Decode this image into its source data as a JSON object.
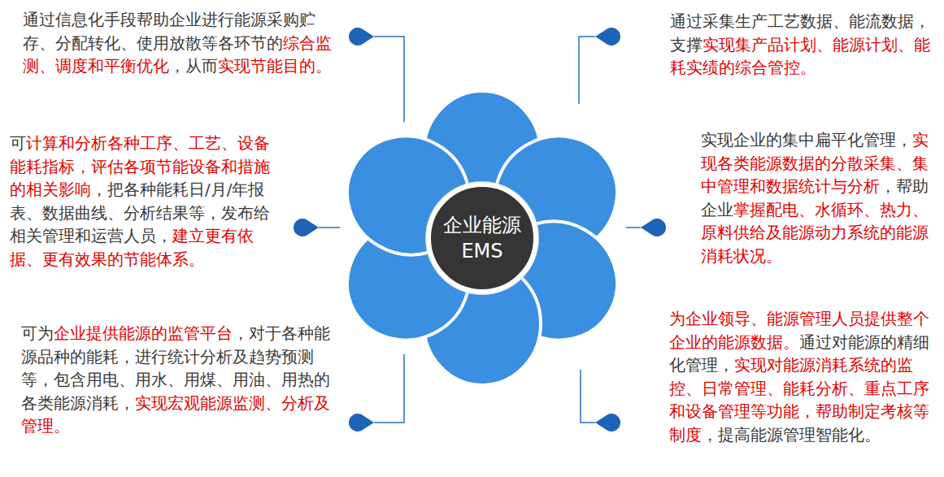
{
  "diagram": {
    "nodes": [
      {
        "text": [
          "企业能源 EMS"
        ]
      }
    ],
    "labels": [
      "通过信息化手段帮助企业进行能源采购贮存、分配转化、使用放散等各环节的",
      "综合监测、调度和平衡优化",
      "，从而",
      "实现节能目的。",
      "可",
      "计算和分析各种工序、工艺、设备能耗指标，评估各项节能设备和措施的相关影响",
      "，把各种能耗日/月/年报表、数据曲线、分析结果等，发布给相关管理和运营人员，",
      "建立更有依据、更有效果的节能体系。",
      "可为",
      "企业提供能源的监管平台",
      "，对于各种能源品种的能耗，进行统计分析及趋势预测等，包含用电、用水、用煤、用油、用热的各类能源消耗，",
      "实现宏观能源监测、分析及管理。",
      "通过采集生产工艺数据、能流数据，支撑",
      "实现集产品计划、能源计划、能耗实绩的综合管控。",
      "实现企业的集中扁平化管理，",
      "实现各类能源数据的分散采集、集中管理和数据统计与分析",
      "，帮助企业",
      "掌握配电、水循环、热力、原料供给及能源动力系统的能源消耗状况。",
      "为企业领导、能源管理人员提供整个企业的能源数据。",
      "通过对能源的精细化管理，",
      "实现对能源消耗系统的监控、日常管理、能耗分析、重点工序和设备管理等功能，帮助制定考核等制度",
      "，提高能源管理智能化。"
    ]
  }
}
